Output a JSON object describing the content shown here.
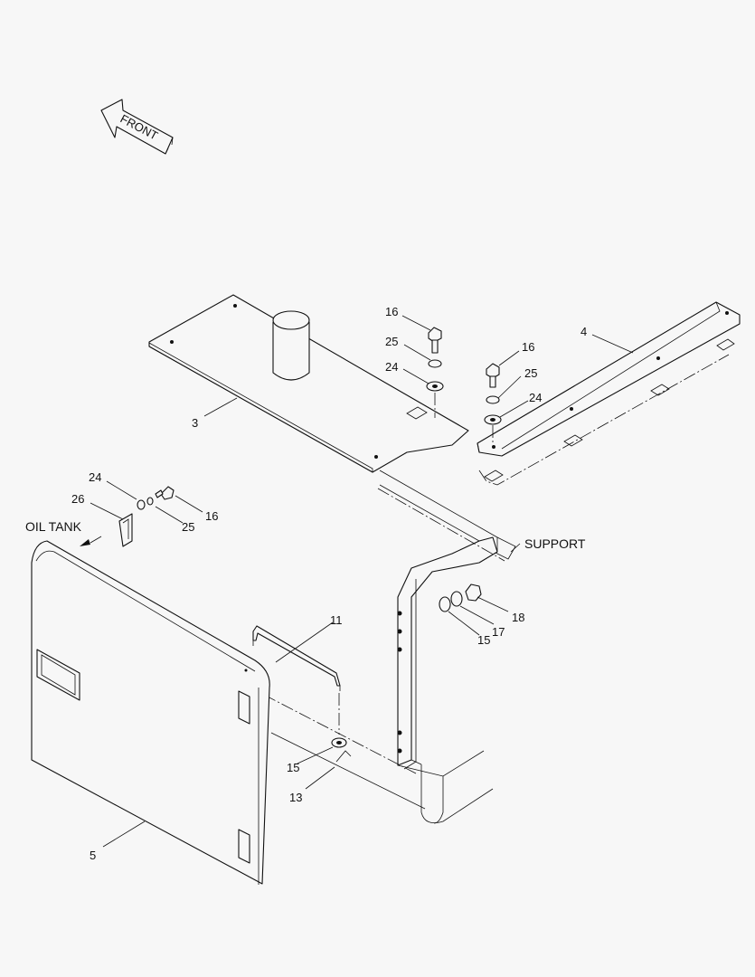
{
  "directions": {
    "front": "FRONT",
    "oil_tank": "OIL TANK",
    "support": "SUPPORT"
  },
  "callouts": {
    "c3": "3",
    "c4": "4",
    "c5": "5",
    "c11": "11",
    "c13": "13",
    "c15a": "15",
    "c15b": "15",
    "c16a": "16",
    "c16b": "16",
    "c16c": "16",
    "c17": "17",
    "c18": "18",
    "c24a": "24",
    "c24b": "24",
    "c24c": "24",
    "c25a": "25",
    "c25b": "25",
    "c25c": "25",
    "c26": "26"
  }
}
